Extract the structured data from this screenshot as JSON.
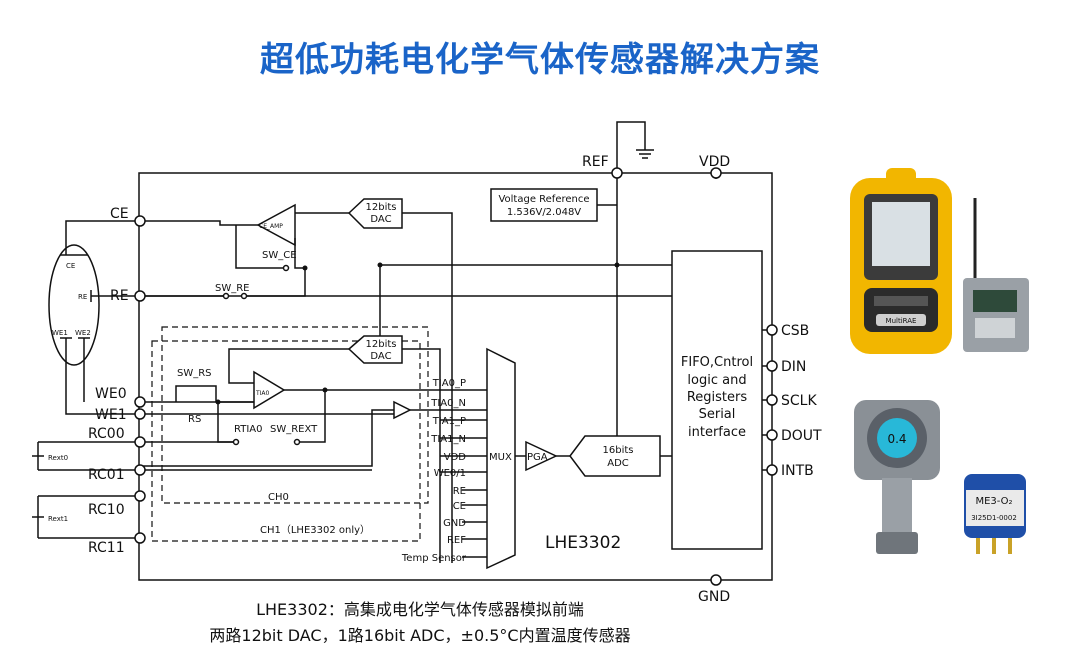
{
  "title": "超低功耗电化学气体传感器解决方案",
  "chip_name": "LHE3302",
  "left_pins": [
    "CE",
    "RE",
    "WE0",
    "WE1",
    "RC00",
    "RC01",
    "RC10",
    "RC11"
  ],
  "top_pins": {
    "ref": "REF",
    "vdd": "VDD"
  },
  "bottom_pin": "GND",
  "right_pins": [
    "CSB",
    "DIN",
    "SCLK",
    "DOUT",
    "INTB"
  ],
  "voltage_reference": {
    "line1": "Voltage Reference",
    "line2": "1.536V/2.048V"
  },
  "dac_label": {
    "line1": "12bits",
    "line2": "DAC"
  },
  "adc_label": {
    "line1": "16bits",
    "line2": "ADC"
  },
  "pga": "PGA",
  "mux": "MUX",
  "mux_inputs": [
    "TIA0_P",
    "TIA0_N",
    "TIA1_P",
    "TIA1_N",
    "VDD",
    "WE0/1",
    "RE",
    "CE",
    "GND",
    "REF",
    "Temp Sensor"
  ],
  "logic_block": [
    "FIFO,Cntrol",
    "logic and",
    "Registers",
    "Serial",
    "interface"
  ],
  "switches": {
    "sw_ce": "SW_CE",
    "sw_re": "SW_RE",
    "sw_rs": "SW_RS",
    "sw_rext": "SW_REXT"
  },
  "ce_amp": "CE_AMP",
  "tia": "TIA0",
  "rs": "RS",
  "rtia": "RTIA0",
  "rext0": "Rext0",
  "rext1": "Rext1",
  "ch0": "CH0",
  "ch1": "CH1（LHE3302 only）",
  "sensor_labels": {
    "ce": "CE",
    "re": "RE",
    "we1": "WE1",
    "we2": "WE2"
  },
  "caption_line1": "LHE3302：高集成电化学气体传感器模拟前端",
  "caption_line2": "两路12bit DAC，1路16bit ADC，±0.5°C内置温度传感器",
  "photo_texts": {
    "multirae": "MultiRAE",
    "display": "0.4",
    "sensor": "ME3-O₂",
    "sensor_code": "3I25D1-0002"
  },
  "colors": {
    "title": "#1a64c8",
    "line": "#111111",
    "yellow": "#f2b600"
  }
}
